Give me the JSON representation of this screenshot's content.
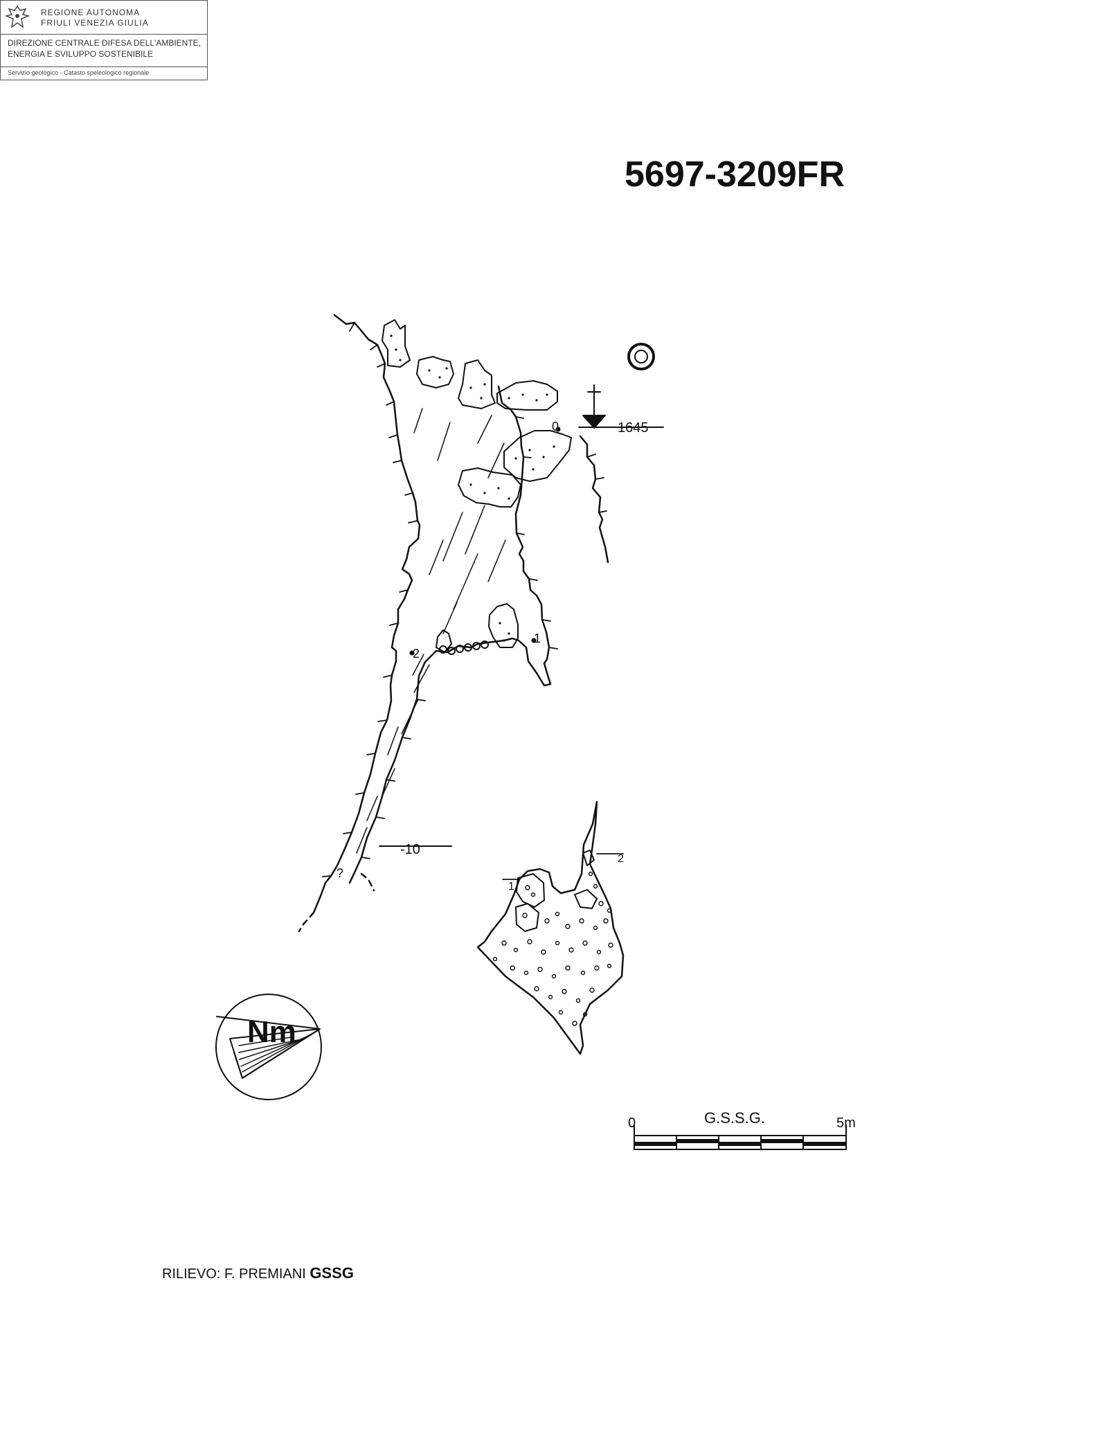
{
  "header": {
    "region_line1": "REGIONE AUTONOMA",
    "region_line2": "FRIULI VENEZIA GIULIA",
    "direction_line1": "DIREZIONE CENTRALE DIFESA DELL'AMBIENTE,",
    "direction_line2": "ENERGIA E SVILUPPO SOSTENIBILE",
    "service": "Servizio geologico - Catasto speleologico regionale",
    "logo_icon": "eagle-crest-icon"
  },
  "cave_code": "5697-3209FR",
  "survey": {
    "altitude_label": "1645",
    "level_label": "-10",
    "station_labels": [
      "0",
      "1",
      "2"
    ],
    "unknown_mark": "?",
    "plan_labels": [
      "1",
      "2"
    ],
    "north_label": "Nm",
    "scale": {
      "title": "G.S.S.G.",
      "start_label": "0",
      "end_label": "5m"
    }
  },
  "credit": {
    "prefix": "RILIEVO: F. PREMIANI ",
    "org": "GSSG"
  }
}
